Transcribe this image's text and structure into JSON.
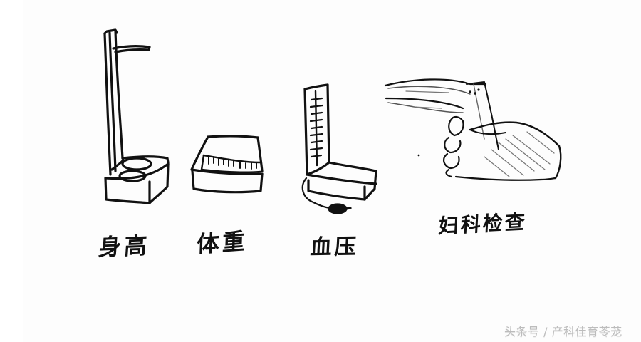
{
  "illustration": {
    "items": [
      {
        "id": "height",
        "label": "身高",
        "icon": "height-measuring-scale-icon"
      },
      {
        "id": "weight",
        "label": "体重",
        "icon": "weighing-scale-icon"
      },
      {
        "id": "blood_pressure",
        "label": "血压",
        "icon": "sphygmomanometer-icon"
      },
      {
        "id": "gynecological_exam",
        "label": "妇科检查",
        "icon": "gloved-hand-speculum-icon"
      }
    ]
  },
  "watermark": {
    "text": "头条号 / 产科佳育苓茏"
  },
  "colors": {
    "background": "#fdfdfd",
    "ink": "#111111",
    "watermark": "#bcbcbc"
  }
}
